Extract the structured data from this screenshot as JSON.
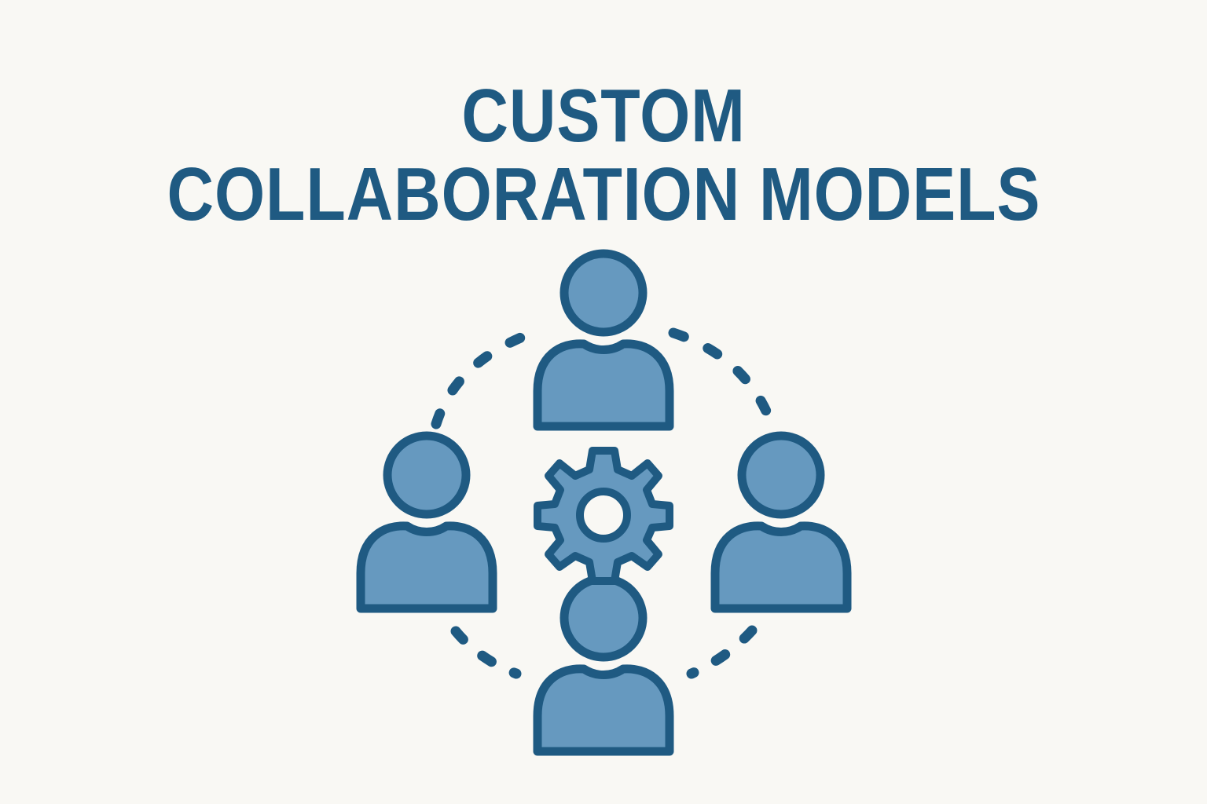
{
  "title": {
    "line1": "CUSTOM",
    "line2": "COLLABORATION MODELS"
  },
  "diagram": {
    "center_icon": "gear-icon",
    "people": [
      {
        "position": "top",
        "icon": "person-icon"
      },
      {
        "position": "left",
        "icon": "person-icon"
      },
      {
        "position": "right",
        "icon": "person-icon"
      },
      {
        "position": "bottom",
        "icon": "person-icon"
      }
    ],
    "connectors": "dashed-arcs"
  },
  "colors": {
    "background": "#f9f8f4",
    "stroke": "#1f5a82",
    "fill": "#6699bf"
  }
}
